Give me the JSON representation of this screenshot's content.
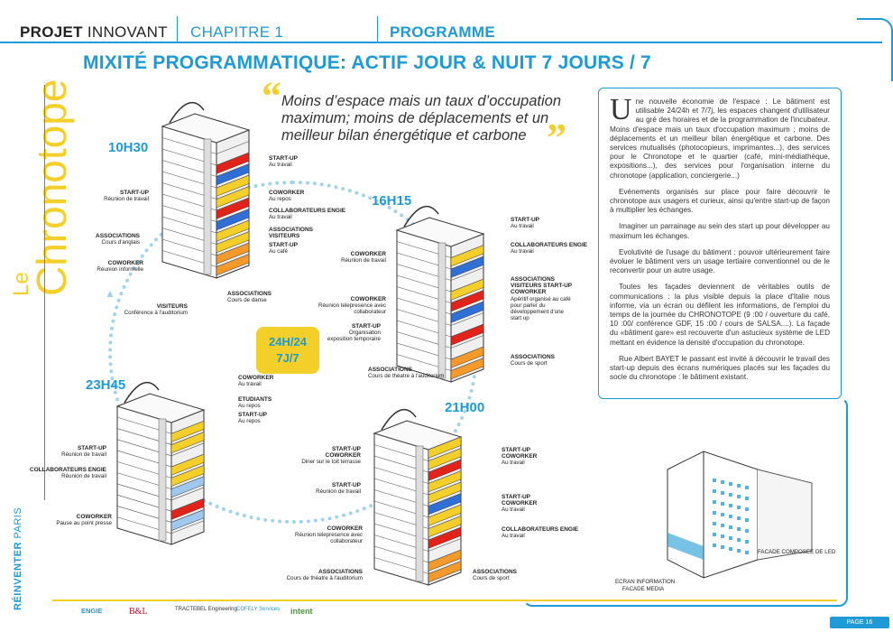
{
  "header": {
    "projet_bold": "PROJET",
    "projet_rest": "INNOVANT",
    "chapitre": "CHAPITRE 1",
    "programme": "PROGRAMME"
  },
  "title": "MIXITÉ PROGRAMMATIQUE: ACTIF JOUR & NUIT 7 JOURS / 7",
  "side": {
    "le": "Le",
    "chronotope": "Chronotope",
    "reinventer_bold": "RÉINVENTER",
    "reinventer_rest": "PARIS"
  },
  "quote": "Moins d’espace mais un taux d’occupation maximum; moins de déplacements et un meilleur bilan énergétique et carbone",
  "badge": {
    "line1": "24H/24",
    "line2": "7J/7"
  },
  "buildings": {
    "b1030": {
      "time": "10H30",
      "labels": [
        {
          "title": "START-UP",
          "sub": "Au travail"
        },
        {
          "title": "START-UP",
          "sub": "Réunion de travail"
        },
        {
          "title": "COWORKER",
          "sub": "Au repos"
        },
        {
          "title": "COLLABORATEURS ENGIE",
          "sub": "Au travail"
        },
        {
          "title": "ASSOCIATIONS",
          "sub": "Cours d'anglais"
        },
        {
          "title": "ASSOCIATIONS VISITEURS",
          "sub": ""
        },
        {
          "title": "START-UP",
          "sub": "Au café"
        },
        {
          "title": "COWORKER",
          "sub": "Réunion informelle"
        },
        {
          "title": "ASSOCIATIONS",
          "sub": "Cours de danse"
        },
        {
          "title": "VISITEURS",
          "sub": "Conférence à l'auditorium"
        }
      ]
    },
    "b1615": {
      "time": "16H15",
      "labels": [
        {
          "title": "START-UP",
          "sub": "Au travail"
        },
        {
          "title": "COLLABORATEURS ENGIE",
          "sub": "Au travail"
        },
        {
          "title": "COWORKER",
          "sub": "Réunion de travail"
        },
        {
          "title": "ASSOCIATIONS VISITEURS START-UP COWORKER",
          "sub": "Apéritif organisé au café pour parler du développement d'une start up"
        },
        {
          "title": "COWORKER",
          "sub": "Réunion telepresence avec collaborateur"
        },
        {
          "title": "START-UP",
          "sub": "Organisation exposition temporaire"
        },
        {
          "title": "ASSOCIATIONS",
          "sub": "Cours de sport"
        },
        {
          "title": "ASSOCIATIONS",
          "sub": "Cours de théatre à l'auditorium"
        }
      ]
    },
    "b2345": {
      "time": "23H45",
      "labels": [
        {
          "title": "COWORKER",
          "sub": "Au travail"
        },
        {
          "title": "ETUDIANTS",
          "sub": "Au repos"
        },
        {
          "title": "START-UP",
          "sub": "Au repos"
        },
        {
          "title": "START-UP",
          "sub": "Réunion de travail"
        },
        {
          "title": "COLLABORATEURS ENGIE",
          "sub": "Réunion de travail"
        },
        {
          "title": "COWORKER",
          "sub": "Pause au point presse"
        }
      ]
    },
    "b2100": {
      "time": "21H00",
      "labels": [
        {
          "title": "START-UP COWORKER",
          "sub": "Diner sur le toit terrasse"
        },
        {
          "title": "START-UP COWORKER",
          "sub": "Au travail"
        },
        {
          "title": "START-UP",
          "sub": "Réunion de travail"
        },
        {
          "title": "START-UP COWORKER",
          "sub": "Au travail"
        },
        {
          "title": "COLLABORATEURS ENGIE",
          "sub": "Au travail"
        },
        {
          "title": "COWORKER",
          "sub": "Réunion telepresence avec collaborateur"
        },
        {
          "title": "ASSOCIATIONS",
          "sub": "Cours de théatre à l'auditorium"
        },
        {
          "title": "ASSOCIATIONS",
          "sub": "Cours de sport"
        }
      ]
    }
  },
  "text_box": {
    "dropcap": "U",
    "p1": "ne nouvelle économie de l'espace : Le bâtiment est utilisable 24/24h et 7/7j, les espaces changent d'utilisateur au gré des horaires et de la programmation de l'incubateur. Moins d'espace mais un taux d'occupation maximum ; moins de déplacements et un meilleur bilan énergétique et carbone. Des services mutualisés (photocopieurs, imprimantes...), des services pour le Chronotope et le quartier (café, mini-médiathèque, expositions...), des services pour l'organisation interne du chronotope (application, conciergerie...)",
    "p2": "Evénements organisés sur place pour faire découvrir le chronotope aux usagers et curieux, ainsi qu'entre start-up de façon à multiplier les échanges.",
    "p3": "Imaginer un parrainage au sein des start up pour développer au maximum les échanges.",
    "p4": "Evolutivité de l'usage du bâtiment : pouvoir ultérieurement faire évoluer le bâtiment vers un usage tertiaire conventionnel ou de le reconvertir pour un autre usage.",
    "p5": "Toutes les façades deviennent de véritables outils de communications : la plus visible depuis la place d'Italie nous informe, via un écran ou défilent les informations, de l'emploi du temps de la journée du CHRONOTOPE (9 :00 / ouverture du café, 10 :00/ conférence GDF, 15 :00 / cours de SALSA....). La façade du «bâtiment gare» est recouverte d'un astucieux système de LED mettant en évidence la densité d'occupation du chronotope.",
    "p6": "Rue Albert BAYET le passant est invité à découvrir le travail des start-up depuis des écrans numériques placés sur les façades du socle du chronotope : le bâtiment existant."
  },
  "facade": {
    "led": "FACADE COMPOSEE DE LED",
    "ecran1": "ECRAN INFORMATION",
    "ecran2": "FACADE MEDIA"
  },
  "logos": [
    "ENGIE",
    "B&L",
    "TRACTEBEL Engineering",
    "COFELY Services",
    "intent"
  ],
  "page": "PAGE 16",
  "colors": {
    "accent": "#1e9ad6",
    "yellow": "#f4cf2a",
    "red": "#e2231a",
    "blue": "#2f6fd6",
    "orange": "#f39a2b"
  }
}
